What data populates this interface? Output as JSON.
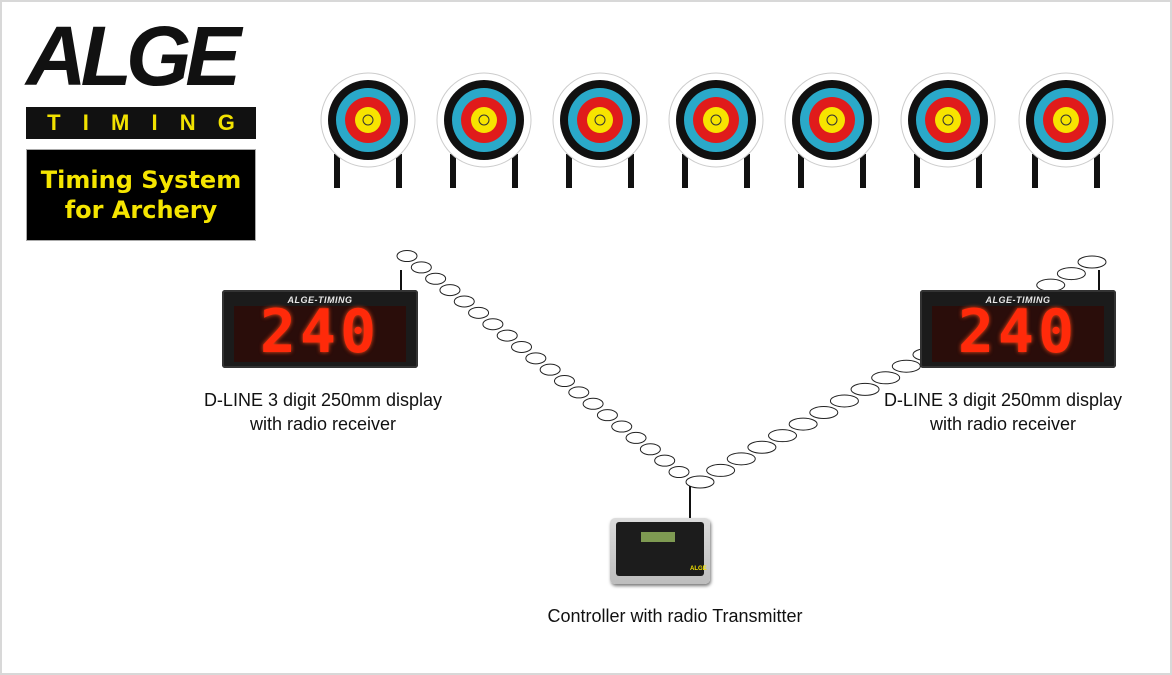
{
  "logo": {
    "brand": "ALGE",
    "sub_letters": [
      "T",
      "I",
      "M",
      "I",
      "N",
      "G"
    ]
  },
  "title": {
    "line1": "Timing System",
    "line2": "for Archery"
  },
  "target_count": 7,
  "displays": [
    {
      "brand": "ALGE-TIMING",
      "value": "240",
      "label_line1": "D-LINE 3 digit 250mm display",
      "label_line2": "with radio receiver"
    },
    {
      "brand": "ALGE-TIMING",
      "value": "240",
      "label_line1": "D-LINE 3 digit 250mm display",
      "label_line2": "with radio receiver"
    }
  ],
  "controller": {
    "mark": "ALGE",
    "label": "Controller with radio Transmitter"
  },
  "colors": {
    "title_text": "#f5e500",
    "digit_red": "#ff2a0a",
    "target_blue": "#2aa9c9",
    "target_red": "#e01b1b",
    "target_yellow": "#f7e400"
  }
}
